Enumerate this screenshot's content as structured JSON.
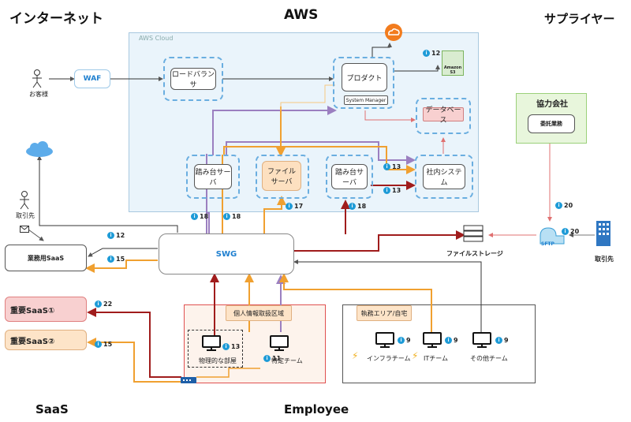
{
  "titles": {
    "internet": "インターネット",
    "aws": "AWS",
    "supplier": "サプライヤー",
    "saas": "SaaS",
    "employee": "Employee"
  },
  "aws_cloud_label": "AWS Cloud",
  "nodes": {
    "customer": "お客様",
    "waf": "WAF",
    "load_balancer": "ロードバランサ",
    "product": "プロダクト",
    "system_manager": "System Manager",
    "amazon_s3": "Amazon S3",
    "database": "データベース",
    "bastion_left": "踏み台サーバ",
    "file_server": "ファイル\nサーバ",
    "bastion_right": "踏み台サーバ",
    "internal_system": "社内システム",
    "partner_company": "協力会社",
    "outsourcing": "委託業務",
    "business_contact": "取引先",
    "business_saas": "業務用SaaS",
    "swg": "SWG",
    "file_storage": "ファイルストレージ",
    "sftp": "SFTP",
    "business_partner": "取引先",
    "critical_saas_1": "重要SaaS①",
    "critical_saas_2": "重要SaaS②",
    "personal_info_area": "個人情報取扱区域",
    "physical_room": "物理的な部屋",
    "specific_team": "特定チーム",
    "office_area": "執務エリア/自宅",
    "infra_team": "インフラチーム",
    "it_team": "ITチーム",
    "other_team": "その他チーム"
  },
  "badges": {
    "b12_top": "12",
    "b13_mid": "13",
    "b13_low": "13",
    "b18_left": "18",
    "b18_mid": "18",
    "b17": "17",
    "b18_right": "18",
    "b12_saas": "12",
    "b15_saas": "15",
    "b20_top": "20",
    "b20_side": "20",
    "b22": "22",
    "b15_low": "15",
    "b13_pc": "13",
    "b11": "11",
    "b9_a": "9",
    "b9_b": "9",
    "b9_c": "9"
  },
  "colors": {
    "purple": "#9b7fc0",
    "orange": "#f0a030",
    "red": "#a01c1c",
    "gray": "#555555",
    "aws_bg": "#eaf4fb",
    "partner_bg": "#e8f6dc",
    "saas1_bg": "#f8d0d0",
    "saas2_bg": "#fde4c8"
  }
}
